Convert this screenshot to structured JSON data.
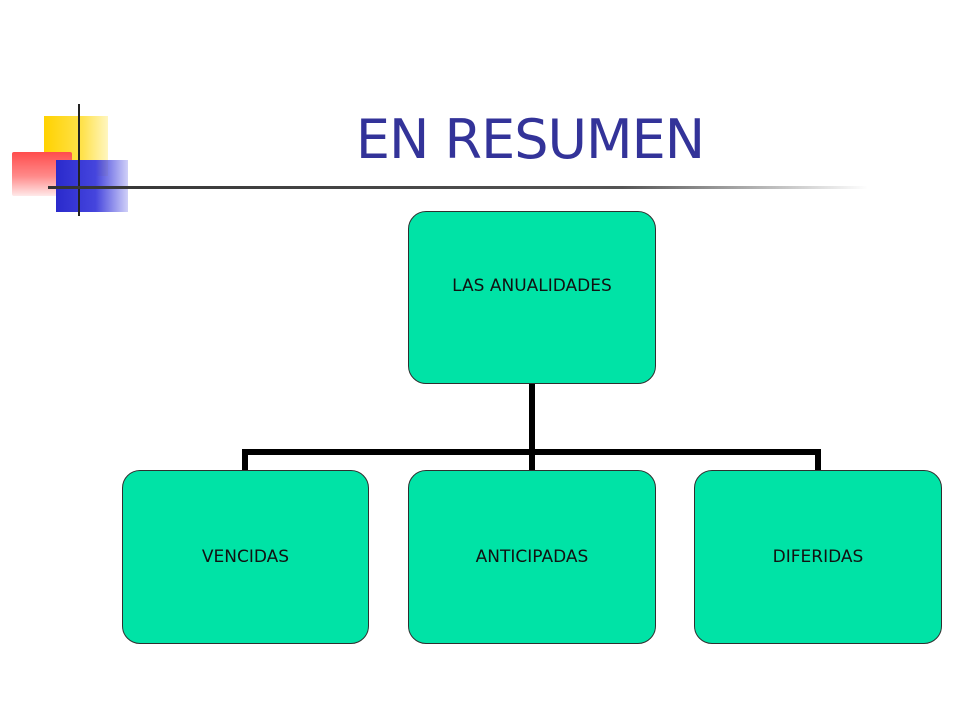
{
  "slide": {
    "title": "EN RESUMEN"
  },
  "diagram": {
    "type": "tree",
    "root": {
      "label": "LAS ANUALIDADES"
    },
    "children": [
      {
        "label": "VENCIDAS"
      },
      {
        "label": "ANTICIPADAS"
      },
      {
        "label": "DIFERIDAS"
      }
    ]
  },
  "colors": {
    "title": "#333399",
    "node_fill": "#00e3a6",
    "connector": "#000000",
    "accent_yellow": "#ffd200",
    "accent_red": "#ff4d4d",
    "accent_blue": "#2a2acc"
  }
}
